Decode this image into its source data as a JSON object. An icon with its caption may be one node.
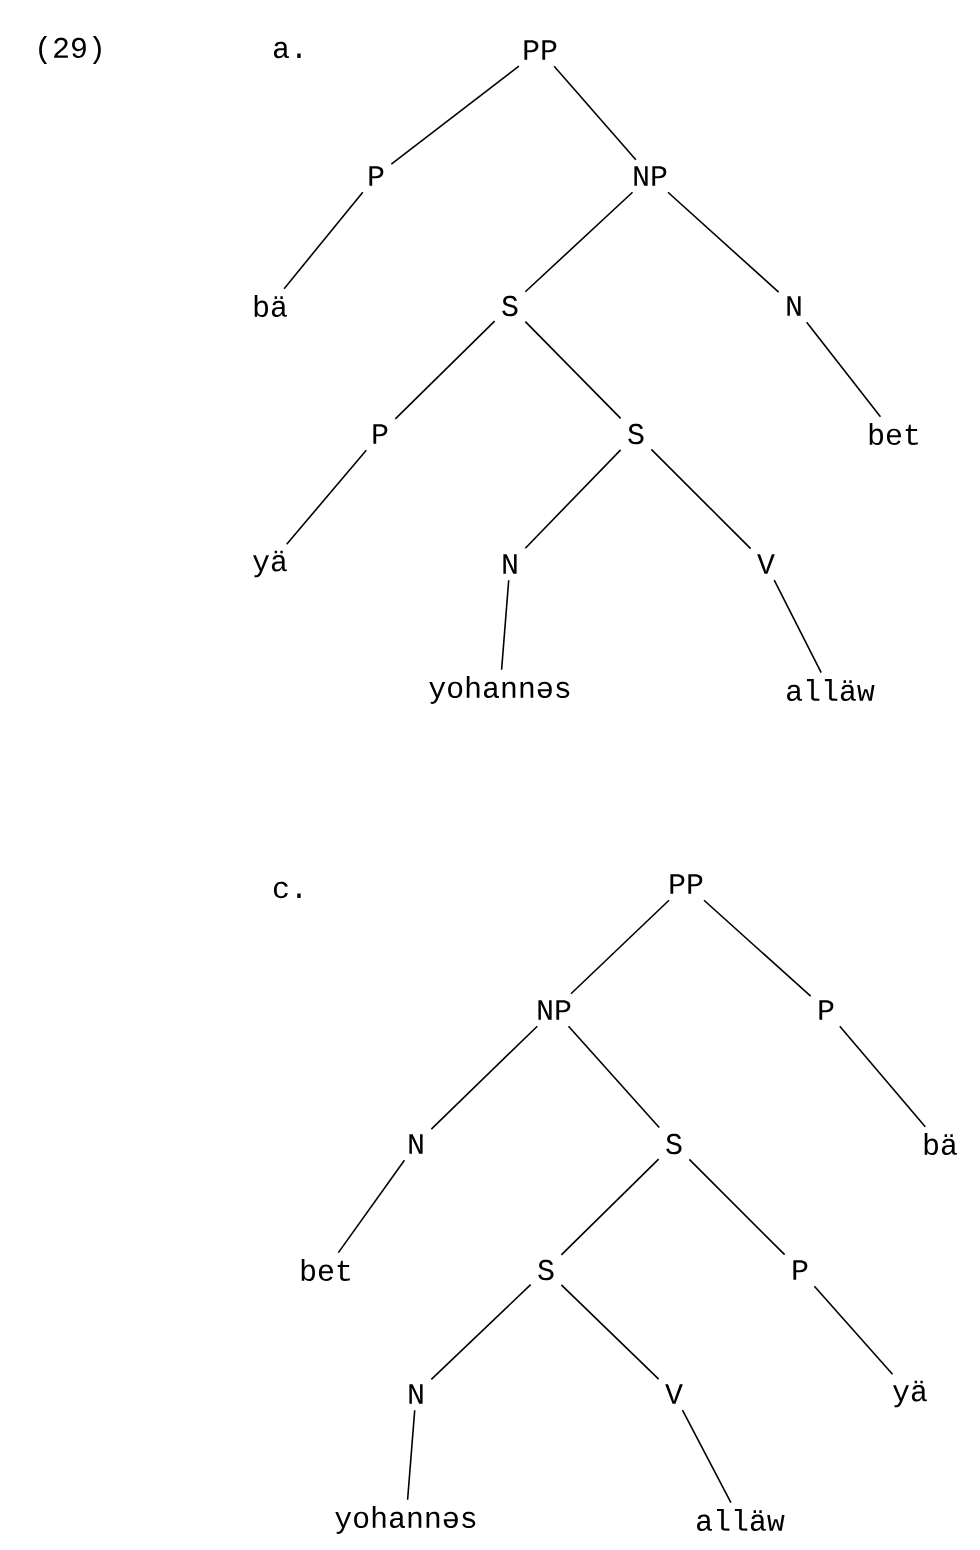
{
  "diagram": {
    "nodes": [
      {
        "text": [
          "PP"
        ]
      },
      {
        "text": [
          "P"
        ]
      },
      {
        "text": [
          "NP"
        ]
      },
      {
        "text": [
          "bä"
        ]
      },
      {
        "text": [
          "S"
        ]
      },
      {
        "text": [
          "N"
        ]
      },
      {
        "text": [
          "P"
        ]
      },
      {
        "text": [
          "S"
        ]
      },
      {
        "text": [
          "bet"
        ]
      },
      {
        "text": [
          "yä"
        ]
      },
      {
        "text": [
          "N"
        ]
      },
      {
        "text": [
          "V"
        ]
      },
      {
        "text": [
          "yohannəs"
        ]
      },
      {
        "text": [
          "alläw"
        ]
      },
      {
        "text": [
          "PP"
        ]
      },
      {
        "text": [
          "NP"
        ]
      },
      {
        "text": [
          "P"
        ]
      },
      {
        "text": [
          "N"
        ]
      },
      {
        "text": [
          "S"
        ]
      },
      {
        "text": [
          "bä"
        ]
      },
      {
        "text": [
          "bet"
        ]
      },
      {
        "text": [
          "S"
        ]
      },
      {
        "text": [
          "P"
        ]
      },
      {
        "text": [
          "N"
        ]
      },
      {
        "text": [
          "V"
        ]
      },
      {
        "text": [
          "yä"
        ]
      },
      {
        "text": [
          "yohannəs"
        ]
      },
      {
        "text": [
          "alläw"
        ]
      }
    ],
    "edges": [
      {
        "from": 0,
        "to": 1,
        "arrow": "none"
      },
      {
        "from": 0,
        "to": 2,
        "arrow": "none"
      },
      {
        "from": 1,
        "to": 3,
        "arrow": "none"
      },
      {
        "from": 2,
        "to": 4,
        "arrow": "none"
      },
      {
        "from": 2,
        "to": 5,
        "arrow": "none"
      },
      {
        "from": 4,
        "to": 6,
        "arrow": "none"
      },
      {
        "from": 4,
        "to": 7,
        "arrow": "none"
      },
      {
        "from": 5,
        "to": 8,
        "arrow": "none"
      },
      {
        "from": 6,
        "to": 9,
        "arrow": "none"
      },
      {
        "from": 7,
        "to": 10,
        "arrow": "none"
      },
      {
        "from": 7,
        "to": 11,
        "arrow": "none"
      },
      {
        "from": 10,
        "to": 12,
        "arrow": "none"
      },
      {
        "from": 11,
        "to": 13,
        "arrow": "none"
      },
      {
        "from": 14,
        "to": 15,
        "arrow": "none"
      },
      {
        "from": 14,
        "to": 16,
        "arrow": "none"
      },
      {
        "from": 16,
        "to": 19,
        "arrow": "none"
      },
      {
        "from": 15,
        "to": 17,
        "arrow": "none"
      },
      {
        "from": 15,
        "to": 18,
        "arrow": "none"
      },
      {
        "from": 17,
        "to": 20,
        "arrow": "none"
      },
      {
        "from": 18,
        "to": 21,
        "arrow": "none"
      },
      {
        "from": 18,
        "to": 22,
        "arrow": "none"
      },
      {
        "from": 22,
        "to": 25,
        "arrow": "none"
      },
      {
        "from": 21,
        "to": 23,
        "arrow": "none"
      },
      {
        "from": 21,
        "to": 24,
        "arrow": "none"
      },
      {
        "from": 23,
        "to": 26,
        "arrow": "none"
      },
      {
        "from": 24,
        "to": 27,
        "arrow": "none"
      }
    ],
    "labels": [
      "(29)",
      "a.",
      "c."
    ]
  }
}
